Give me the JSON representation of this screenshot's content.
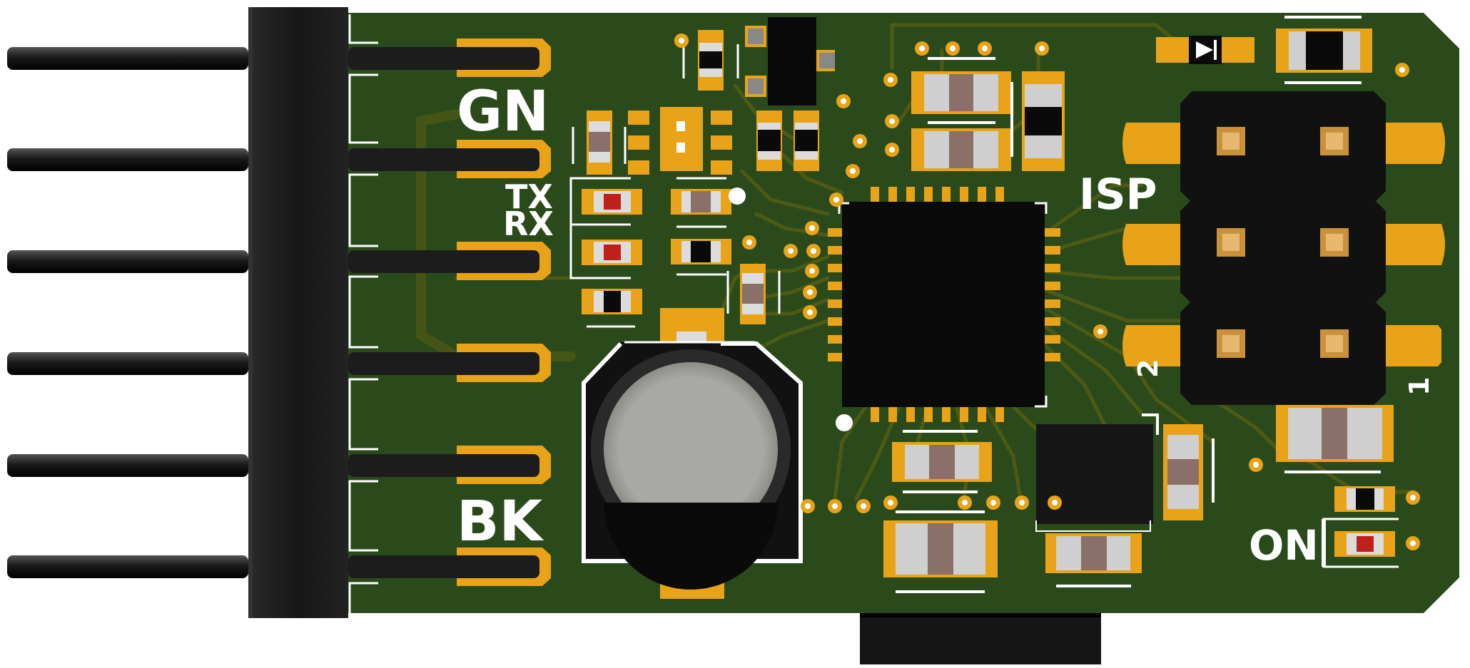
{
  "silkscreen": {
    "header_top": "GN",
    "header_bottom": "BK",
    "led_tx": "TX",
    "led_rx": "RX",
    "isp": "ISP",
    "isp_pin2": "2",
    "isp_pin1": "1",
    "power_led": "ON"
  },
  "colors": {
    "board": "#2b4a1c",
    "copper_trace": "#4a5a12",
    "pad_gold": "#e8a318",
    "silkscreen": "#ffffff",
    "ic_black": "#0a0a0a",
    "header_black": "#1c1c1c",
    "led_red": "#c0201a",
    "component_body": "#8a7068",
    "component_end": "#cfcfcf"
  }
}
